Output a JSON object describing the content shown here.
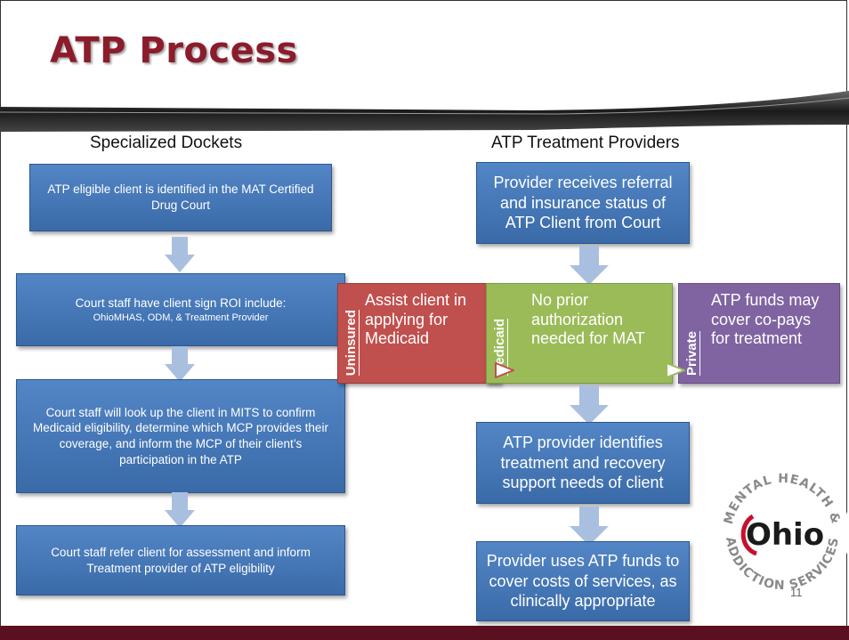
{
  "title": "ATP Process",
  "colors": {
    "title": "#8b1c2b",
    "box_blue": "#4f81bd",
    "arrow": "#a9bfe0",
    "uninsured": "#c0504d",
    "medicaid": "#9bbb59",
    "private": "#8064a2",
    "footer": "#5a1020"
  },
  "left_column": {
    "header": "Specialized Dockets",
    "steps": [
      "ATP eligible client is identified in the  MAT Certified Drug Court",
      "Court staff have client sign ROI include:",
      "Court staff will look up the client in MITS to confirm Medicaid eligibility, determine which MCP provides their coverage, and inform the MCP of their client’s participation in the ATP",
      "Court staff refer client for assessment and inform Treatment provider of ATP eligibility"
    ],
    "step2_sub": "OhioMHAS, ODM, &  Treatment Provider"
  },
  "right_column": {
    "header": "ATP Treatment Providers",
    "step1": "Provider receives referral and insurance status of ATP Client from Court",
    "insurance": [
      {
        "label": "Uninsured",
        "text": "Assist client in applying for Medicaid"
      },
      {
        "label": "Medicaid",
        "text": "No prior authorization needed for MAT"
      },
      {
        "label": "Private",
        "text": "ATP funds may cover co-pays for treatment"
      }
    ],
    "step3": "ATP provider identifies treatment and recovery support needs of client",
    "step4": "Provider uses ATP funds to cover costs of services, as clinically appropriate"
  },
  "logo": {
    "center": "Ohio",
    "ring_top": "MENTAL HEALTH &",
    "ring_bottom": "ADDICTION SERVICES"
  },
  "page_number": "11"
}
